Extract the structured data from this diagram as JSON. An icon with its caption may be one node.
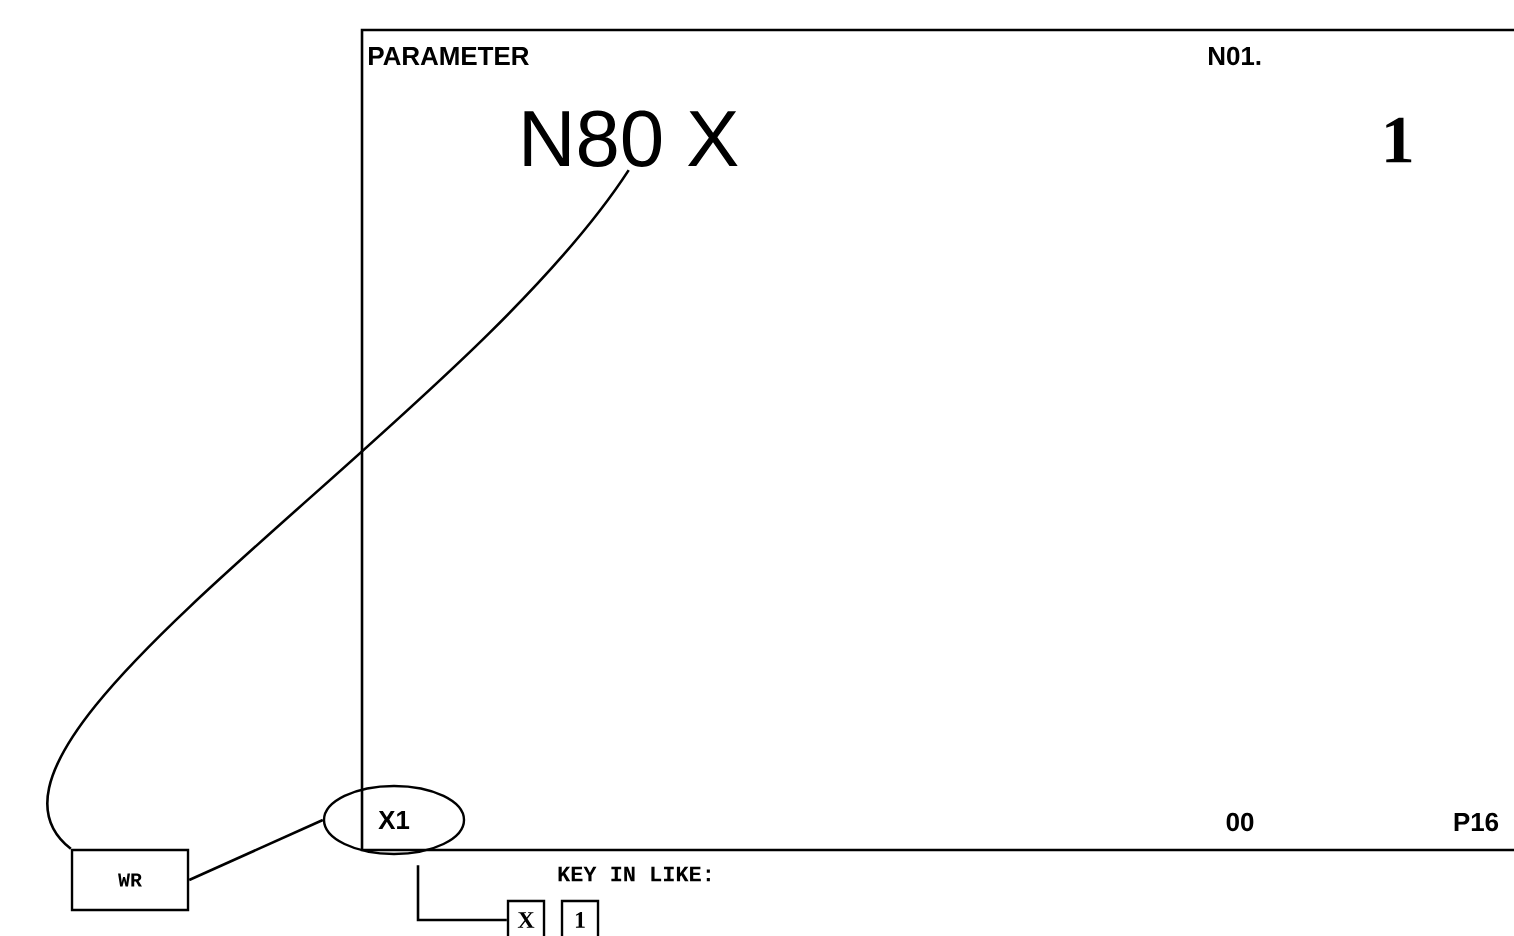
{
  "diagram": {
    "nodes": [
      {
        "text": [
          "PARAMETER",
          "N01.",
          "1",
          "00",
          "P16"
        ]
      },
      {
        "text": [
          "N80 X"
        ],
        "in": 0
      },
      {
        "text": [
          "WR"
        ]
      },
      {
        "text": [
          "X1"
        ]
      },
      {
        "text": [
          "KEY IN LIKE:"
        ]
      },
      {
        "text": [
          "X"
        ]
      },
      {
        "text": [
          "1"
        ]
      }
    ],
    "edges": [
      {
        "from": 2,
        "to": 1,
        "arrow": "none"
      },
      {
        "from": 2,
        "to": 3,
        "arrow": "none"
      },
      {
        "from": 3,
        "to": 5,
        "arrow": "none"
      }
    ]
  }
}
